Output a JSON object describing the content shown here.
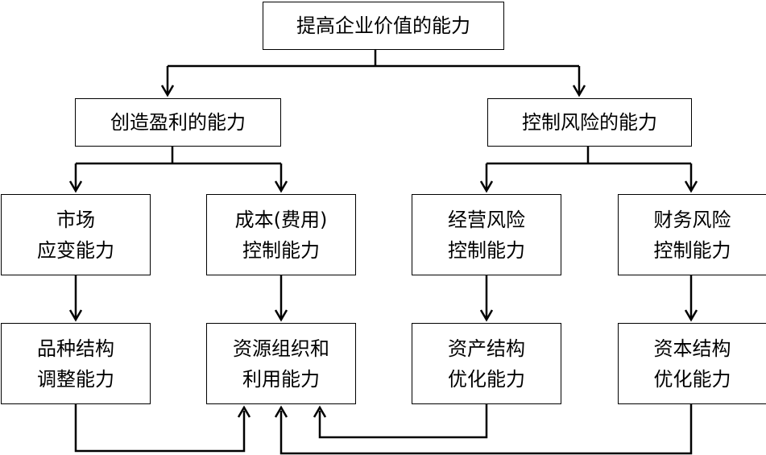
{
  "root": {
    "label": "提高企业价值的能力"
  },
  "branches": [
    {
      "label": "创造盈利的能力"
    },
    {
      "label": "控制风险的能力"
    }
  ],
  "abilities": [
    {
      "line1": "市场",
      "line2": "应变能力"
    },
    {
      "line1": "成本(费用)",
      "line2": "控制能力"
    },
    {
      "line1": "经营风险",
      "line2": "控制能力"
    },
    {
      "line1": "财务风险",
      "line2": "控制能力"
    }
  ],
  "outcomes": [
    {
      "line1": "品种结构",
      "line2": "调整能力"
    },
    {
      "line1": "资源组织和",
      "line2": "利用能力"
    },
    {
      "line1": "资产结构",
      "line2": "优化能力"
    },
    {
      "line1": "资本结构",
      "line2": "优化能力"
    }
  ]
}
